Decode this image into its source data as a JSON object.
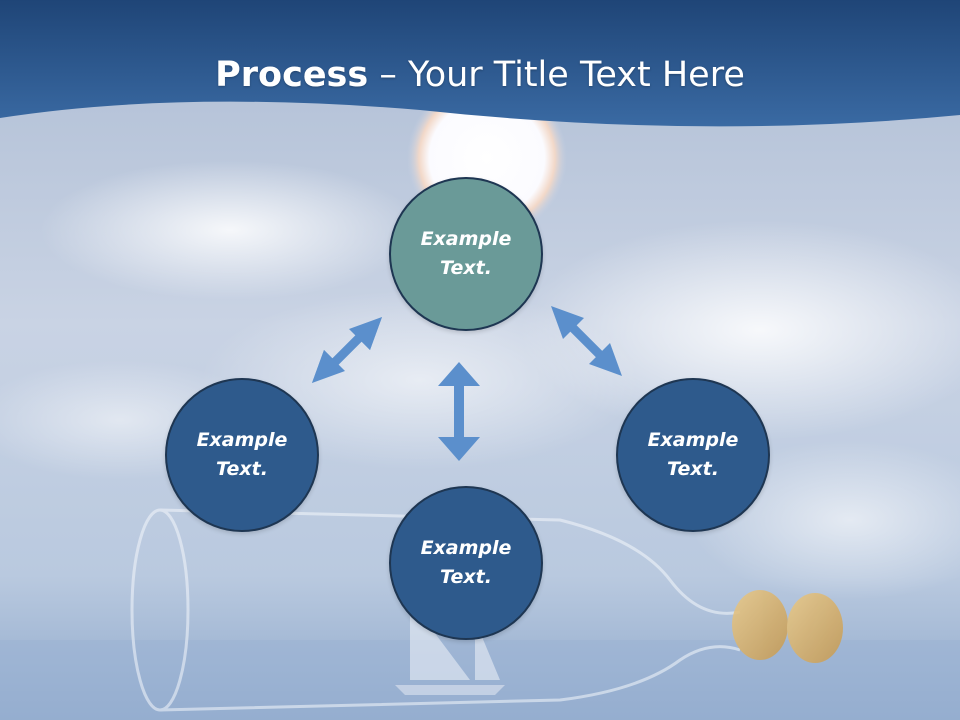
{
  "slide": {
    "title_bold": "Process",
    "title_rest": " – Your Title Text Here"
  },
  "nodes": {
    "top": "Example Text.",
    "left": "Example Text.",
    "right": "Example Text.",
    "bottom": "Example Text."
  },
  "colors": {
    "header_band": "#2c5a90",
    "node_accent": "#6a9a98",
    "node_primary": "#2e5a8c",
    "node_border": "#1e3652",
    "arrow": "#5b8fcc"
  }
}
